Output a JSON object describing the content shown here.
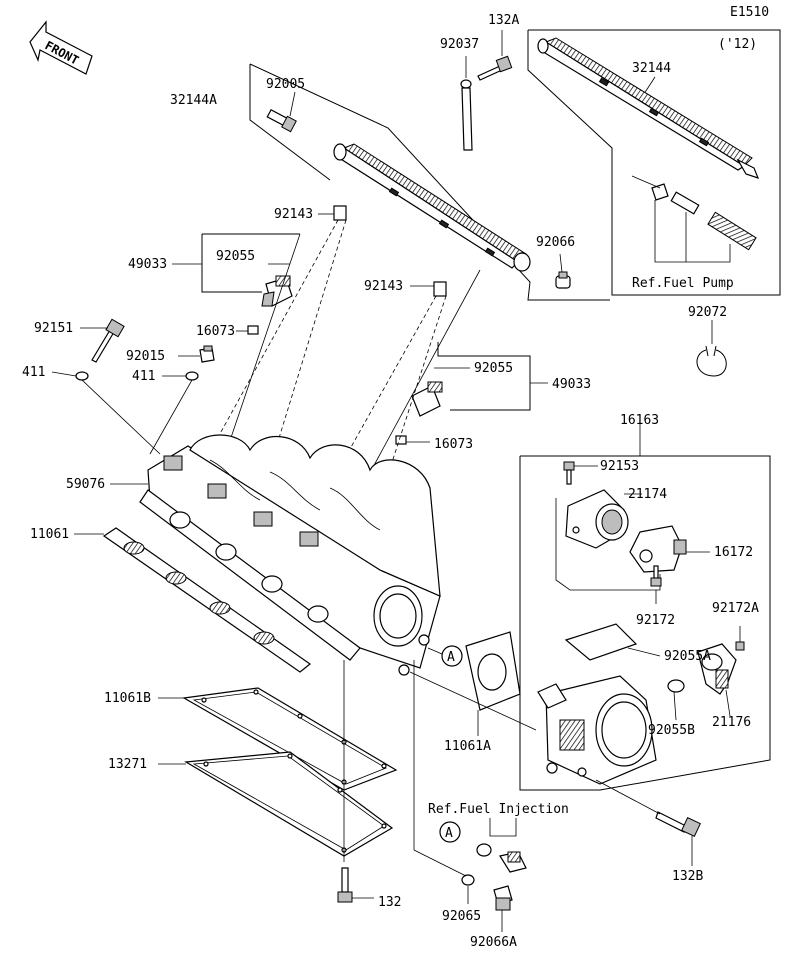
{
  "figure_code": "E1510",
  "front_badge": "FRONT",
  "inset_fuel_rail": {
    "year_note": "('12)",
    "part": "32144",
    "ref_note": "Ref.Fuel Pump"
  },
  "ref_injection": "Ref.Fuel Injection",
  "callout_marker": "A",
  "parts": {
    "p132A": "132A",
    "p92037": "92037",
    "p32144A": "32144A",
    "p92005": "92005",
    "p92143a": "92143",
    "p49033a": "49033",
    "p92055a": "92055",
    "p92066": "92066",
    "p92143b": "92143",
    "p92072": "92072",
    "p92151": "92151",
    "p16073a": "16073",
    "p92015": "92015",
    "p411a": "411",
    "p411b": "411",
    "p92055b": "92055",
    "p49033b": "49033",
    "p16073b": "16073",
    "p16163": "16163",
    "p92153": "92153",
    "p59076": "59076",
    "p21174": "21174",
    "p11061": "11061",
    "p16172": "16172",
    "p92172": "92172",
    "p92172A": "92172A",
    "p92055A": "92055A",
    "p11061B": "11061B",
    "p92055B": "92055B",
    "p21176": "21176",
    "p11061A": "11061A",
    "p13271": "13271",
    "p132B": "132B",
    "p132": "132",
    "p92065": "92065",
    "p92066A": "92066A"
  }
}
